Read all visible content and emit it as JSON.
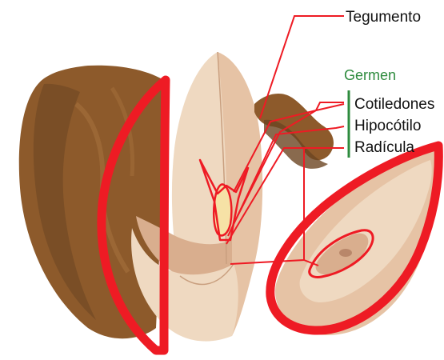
{
  "diagram": {
    "colors": {
      "seed_coat_dark": "#6b4522",
      "seed_coat_mid": "#8d5a2b",
      "seed_coat_light": "#a9733f",
      "kernel_light": "#efd9c1",
      "kernel_mid": "#e6c3a5",
      "kernel_shadow": "#d9ae8e",
      "embryo": "#f6e2a6",
      "highlight_red": "#ee1b24",
      "leader_red": "#ee1b24",
      "germen_green": "#2e8b3e",
      "text": "#111111"
    },
    "labels": {
      "tegumento": "Tegumento",
      "germen": "Germen",
      "cotiledones": "Cotiledones",
      "hipocotilo": "Hipocótilo",
      "radicula": "Radícula"
    }
  }
}
